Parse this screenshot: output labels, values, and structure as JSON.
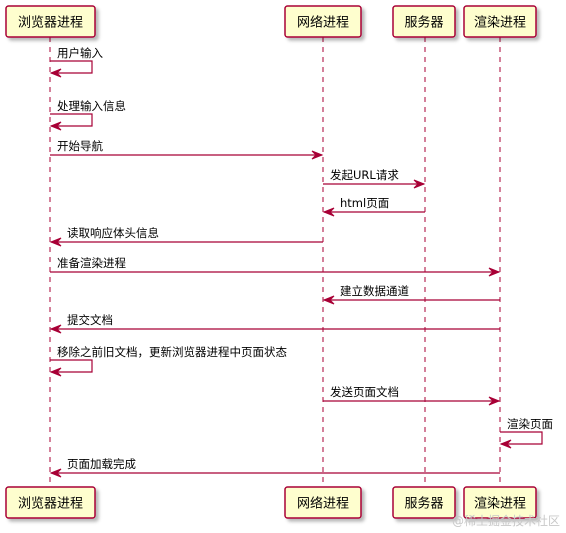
{
  "participants": [
    {
      "id": "browser",
      "label": "浏览器进程"
    },
    {
      "id": "network",
      "label": "网络进程"
    },
    {
      "id": "server",
      "label": "服务器"
    },
    {
      "id": "renderer",
      "label": "渲染进程"
    }
  ],
  "messages": [
    {
      "from": "browser",
      "to": "browser",
      "label": "用户输入"
    },
    {
      "from": "browser",
      "to": "browser",
      "label": "处理输入信息"
    },
    {
      "from": "browser",
      "to": "network",
      "label": "开始导航"
    },
    {
      "from": "network",
      "to": "server",
      "label": "发起URL请求"
    },
    {
      "from": "server",
      "to": "network",
      "label": "html页面"
    },
    {
      "from": "network",
      "to": "browser",
      "label": "读取响应体头信息"
    },
    {
      "from": "browser",
      "to": "renderer",
      "label": "准备渲染进程"
    },
    {
      "from": "renderer",
      "to": "network",
      "label": "建立数据通道"
    },
    {
      "from": "renderer",
      "to": "browser",
      "label": "提交文档"
    },
    {
      "from": "browser",
      "to": "browser",
      "label": "移除之前旧文档，更新浏览器进程中页面状态"
    },
    {
      "from": "network",
      "to": "renderer",
      "label": "发送页面文档"
    },
    {
      "from": "renderer",
      "to": "renderer",
      "label": "渲染页面"
    },
    {
      "from": "renderer",
      "to": "browser",
      "label": "页面加载完成"
    }
  ],
  "colors": {
    "box_fill": "#FEFECE",
    "box_border": "#A80036",
    "arrow": "#A80036",
    "lifeline": "#A80036"
  },
  "watermark": "@稀土掘金技术社区"
}
